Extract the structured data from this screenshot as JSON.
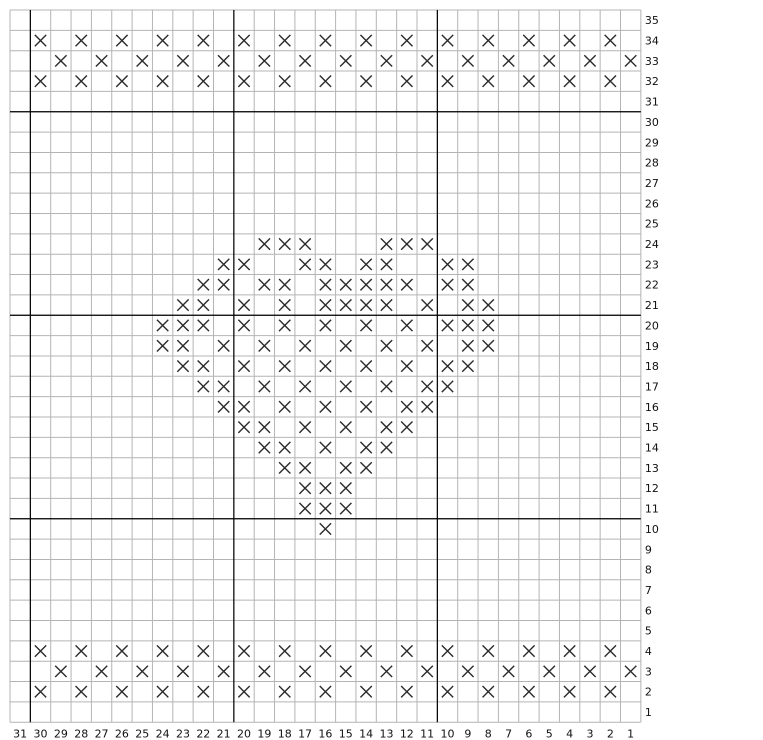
{
  "chart_data": {
    "type": "grid",
    "columns": 31,
    "rows": 35,
    "column_labels": [
      "31",
      "30",
      "29",
      "28",
      "27",
      "26",
      "25",
      "24",
      "23",
      "22",
      "21",
      "20",
      "19",
      "18",
      "17",
      "16",
      "15",
      "14",
      "13",
      "12",
      "11",
      "10",
      "9",
      "8",
      "7",
      "6",
      "5",
      "4",
      "3",
      "2",
      "1"
    ],
    "row_labels": [
      "35",
      "34",
      "33",
      "32",
      "31",
      "30",
      "29",
      "28",
      "27",
      "26",
      "25",
      "24",
      "23",
      "22",
      "21",
      "20",
      "19",
      "18",
      "17",
      "16",
      "15",
      "14",
      "13",
      "12",
      "11",
      "10",
      "9",
      "8",
      "7",
      "6",
      "5",
      "4",
      "3",
      "2",
      "1"
    ],
    "major_lines_every": 10,
    "stitch_symbol": "x-mark",
    "stitches": {
      "34": [
        2,
        4,
        6,
        8,
        10,
        12,
        14,
        16,
        18,
        20,
        22,
        24,
        26,
        28,
        30
      ],
      "33": [
        1,
        3,
        5,
        7,
        9,
        11,
        13,
        15,
        17,
        19,
        21,
        23,
        25,
        27,
        29
      ],
      "32": [
        2,
        4,
        6,
        8,
        10,
        12,
        14,
        16,
        18,
        20,
        22,
        24,
        26,
        28,
        30
      ],
      "24": [
        11,
        12,
        13,
        17,
        18,
        19
      ],
      "23": [
        9,
        10,
        13,
        14,
        16,
        17,
        20,
        21
      ],
      "22": [
        9,
        10,
        12,
        13,
        14,
        15,
        16,
        18,
        19,
        21,
        22
      ],
      "21": [
        8,
        9,
        11,
        13,
        14,
        15,
        16,
        18,
        20,
        22,
        23
      ],
      "20": [
        8,
        9,
        10,
        12,
        14,
        16,
        18,
        20,
        22,
        23,
        24
      ],
      "19": [
        8,
        9,
        11,
        13,
        15,
        17,
        19,
        21,
        23,
        24
      ],
      "18": [
        9,
        10,
        12,
        14,
        16,
        18,
        20,
        22,
        23
      ],
      "17": [
        10,
        11,
        13,
        15,
        17,
        19,
        21,
        22
      ],
      "16": [
        11,
        12,
        14,
        16,
        18,
        20,
        21
      ],
      "15": [
        12,
        13,
        15,
        17,
        19,
        20
      ],
      "14": [
        13,
        14,
        16,
        18,
        19
      ],
      "13": [
        14,
        15,
        17,
        18
      ],
      "12": [
        15,
        16,
        17
      ],
      "11": [
        15,
        16,
        17
      ],
      "10": [
        16
      ],
      "4": [
        2,
        4,
        6,
        8,
        10,
        12,
        14,
        16,
        18,
        20,
        22,
        24,
        26,
        28,
        30
      ],
      "3": [
        1,
        3,
        5,
        7,
        9,
        11,
        13,
        15,
        17,
        19,
        21,
        23,
        25,
        27,
        29
      ],
      "2": [
        2,
        4,
        6,
        8,
        10,
        12,
        14,
        16,
        18,
        20,
        22,
        24,
        26,
        28,
        30
      ]
    },
    "colors": {
      "minor_line": "#b4b4b4",
      "major_line": "#000000",
      "stitch": "#2b2b2b",
      "background": "#ffffff"
    }
  }
}
